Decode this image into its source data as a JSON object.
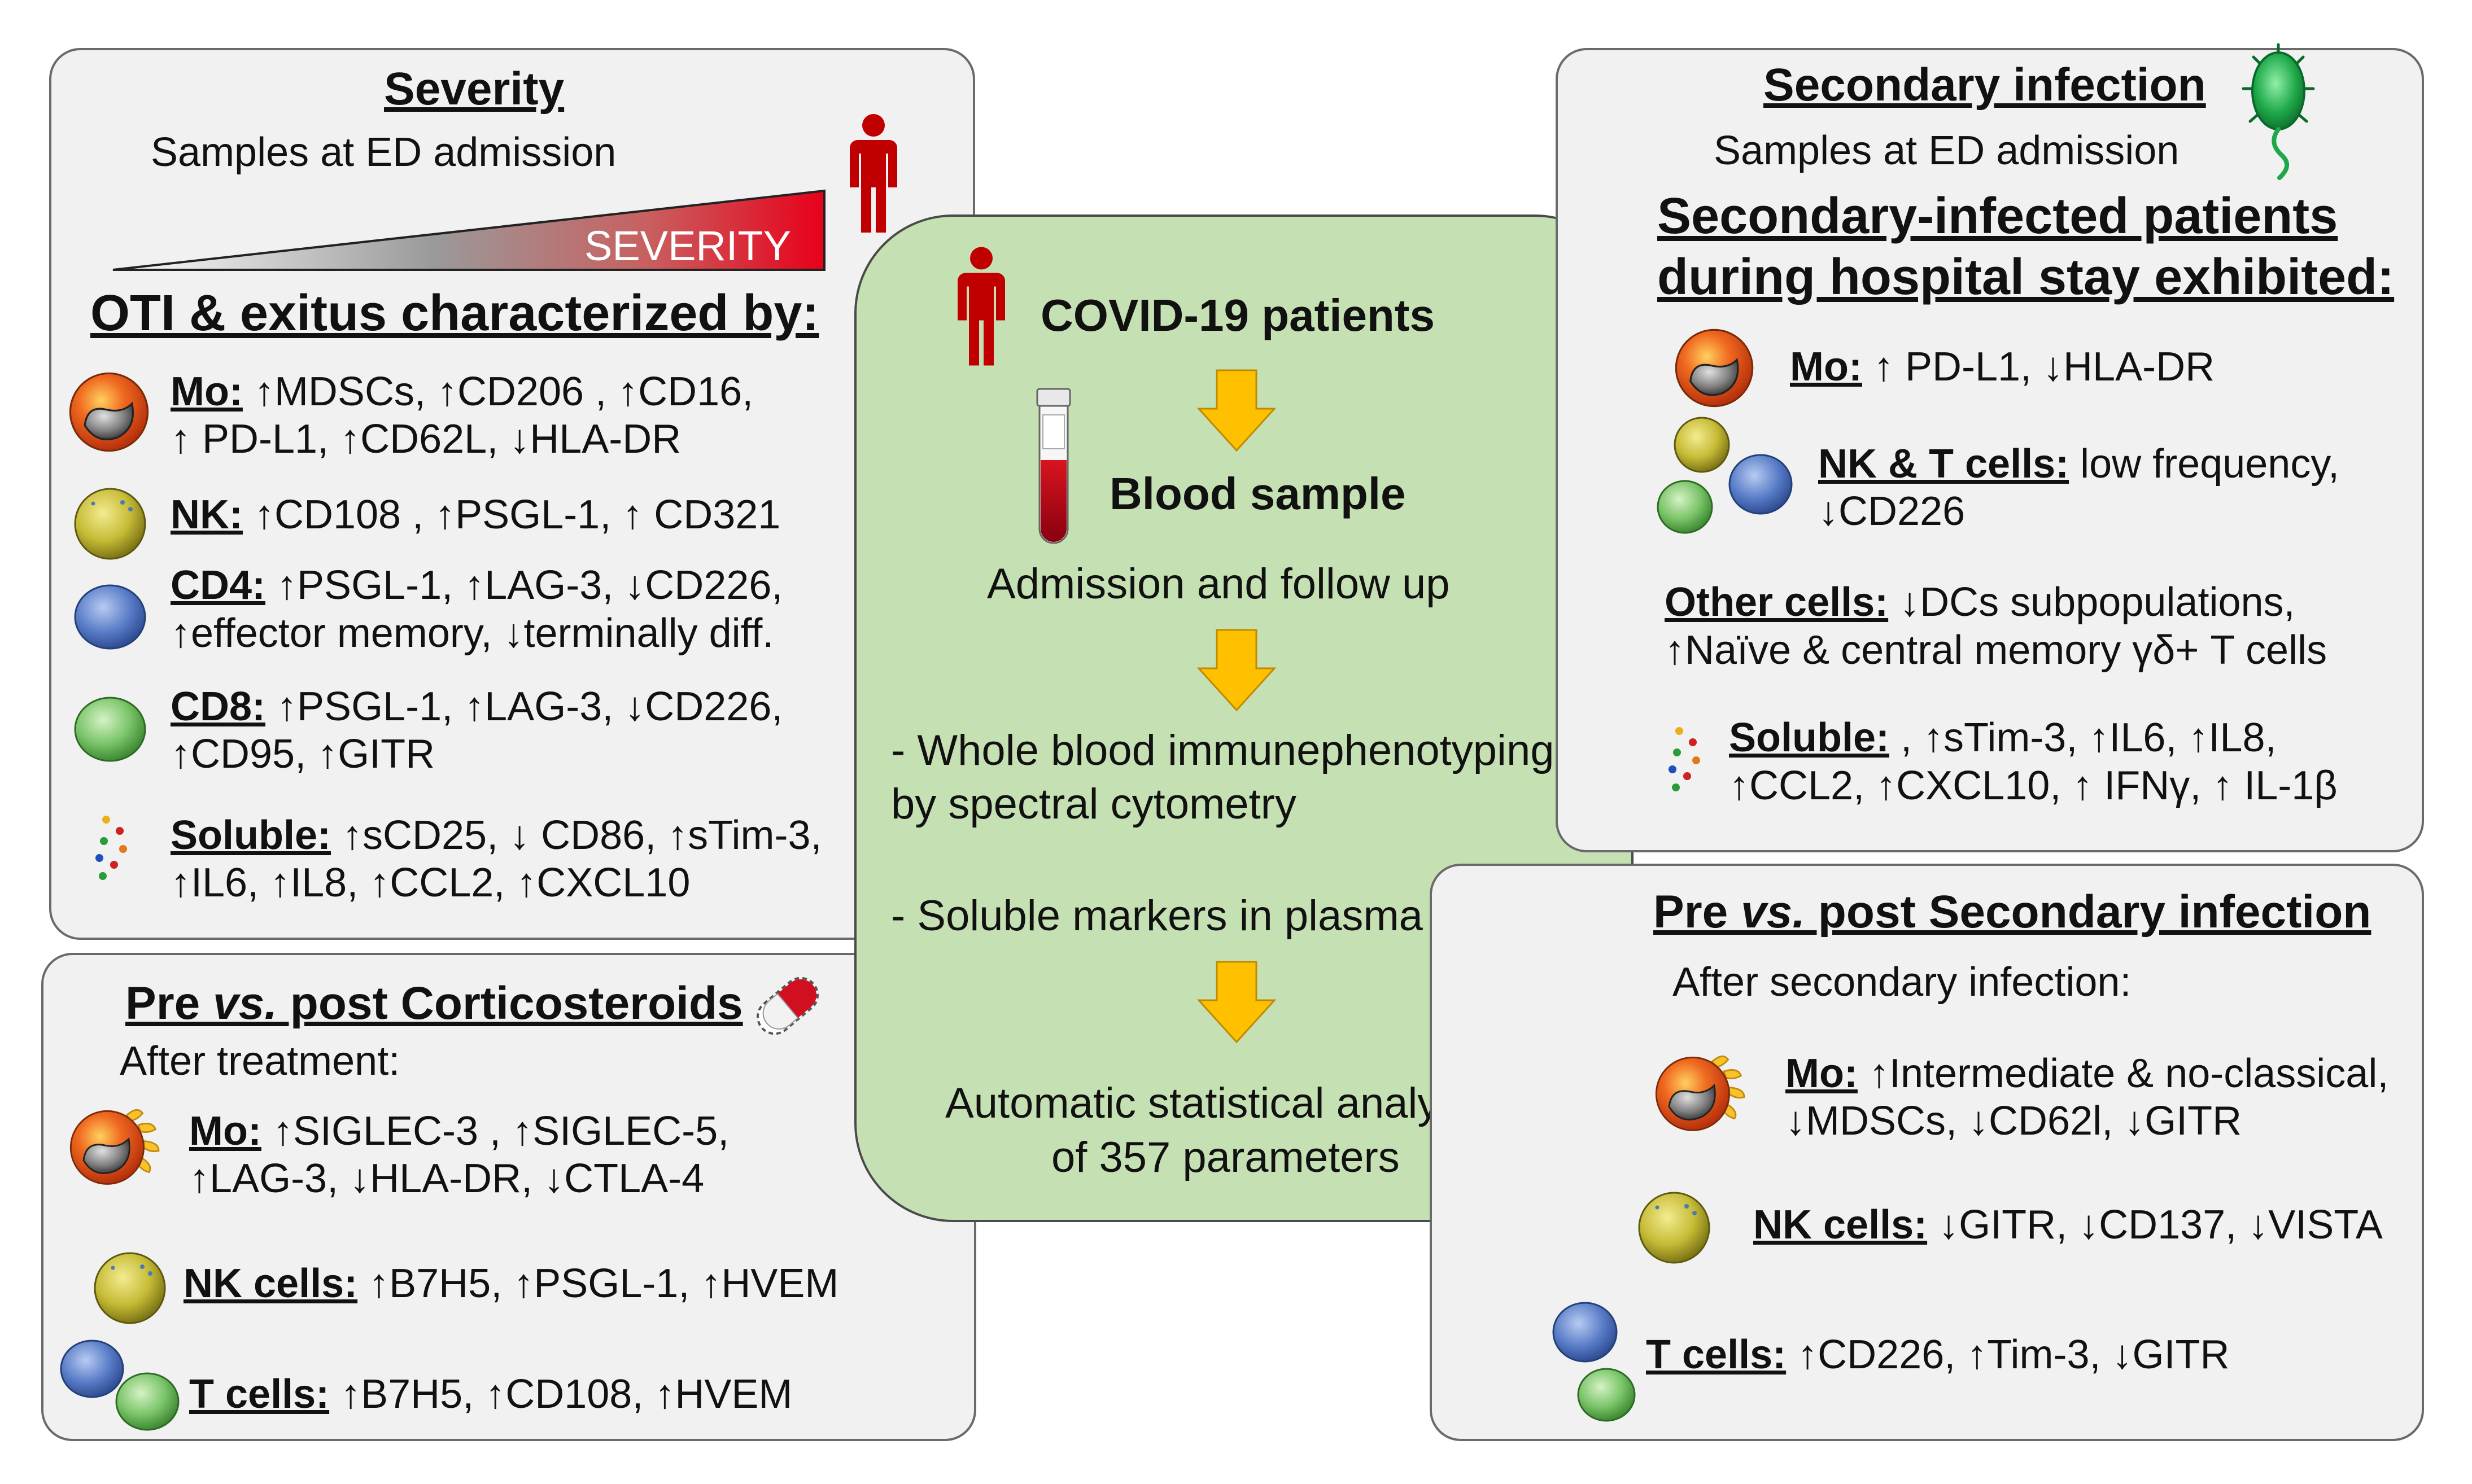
{
  "severity": {
    "title": "Severity",
    "subtitle": "Samples at ED admission",
    "bar_label": "SEVERITY",
    "heading": "OTI & exitus characterized by:",
    "items": [
      {
        "icon": "monocyte-icon",
        "label": "Mo:",
        "line1": " ↑MDSCs, ↑CD206 , ↑CD16,",
        "line2": "↑ PD-L1, ↑CD62L, ↓HLA-DR"
      },
      {
        "icon": "nk-cell-icon",
        "label": "NK:",
        "line1": " ↑CD108 , ↑PSGL-1, ↑ CD321",
        "line2": ""
      },
      {
        "icon": "cd4-cell-icon",
        "label": "CD4:",
        "line1": " ↑PSGL-1, ↑LAG-3, ↓CD226,",
        "line2": "↑effector memory, ↓terminally diff."
      },
      {
        "icon": "cd8-cell-icon",
        "label": "CD8:",
        "line1": " ↑PSGL-1, ↑LAG-3, ↓CD226,",
        "line2": "↑CD95, ↑GITR"
      },
      {
        "icon": "soluble-dots-icon",
        "label": "Soluble:",
        "line1": " ↑sCD25, ↓ CD86, ↑sTim-3,",
        "line2": "↑IL6, ↑IL8, ↑CCL2, ↑CXCL10"
      }
    ]
  },
  "corticosteroids": {
    "title_pre": "Pre ",
    "title_vs": "vs.",
    "title_post": " post Corticosteroids",
    "subtitle": "After treatment:",
    "items": [
      {
        "icon": "monocyte-activated-icon",
        "label": "Mo:",
        "line1": " ↑SIGLEC-3 , ↑SIGLEC-5,",
        "line2": "↑LAG-3, ↓HLA-DR, ↓CTLA-4"
      },
      {
        "icon": "nk-cell-icon",
        "label": "NK cells:",
        "line1": " ↑B7H5, ↑PSGL-1, ↑HVEM",
        "line2": ""
      },
      {
        "icon": "t-cells-icon",
        "label": "T cells:",
        "line1": " ↑B7H5, ↑CD108, ↑HVEM",
        "line2": ""
      }
    ]
  },
  "center": {
    "patients": "COVID-19 patients",
    "blood_sample": "Blood sample",
    "admission": "Admission and follow up",
    "method1_line1": "- Whole blood immunephenotyping",
    "method1_line2": "by spectral cytometry",
    "method2": "- Soluble markers in plasma",
    "analysis_line1": "Automatic statistical analysis",
    "analysis_line2": "of 357 parameters"
  },
  "secondary": {
    "title": "Secondary infection",
    "subtitle": "Samples at ED admission",
    "heading_line1": "Secondary-infected patients",
    "heading_line2": "during hospital stay exhibited:",
    "items": [
      {
        "icon": "monocyte-icon",
        "label": "Mo:",
        "line1": " ↑ PD-L1, ↓HLA-DR",
        "line2": ""
      },
      {
        "icon": "nk-t-cells-icon",
        "label": "NK & T cells:",
        "line1": "  low frequency,",
        "line2": "↓CD226"
      },
      {
        "icon": "",
        "label": "Other cells:",
        "line1": " ↓DCs subpopulations,",
        "line2": "↑Naïve & central memory γδ+ T cells"
      },
      {
        "icon": "soluble-dots-icon",
        "label": "Soluble:",
        "line1": " , ↑sTim-3, ↑IL6, ↑IL8,",
        "line2": "↑CCL2, ↑CXCL10, ↑ IFNγ, ↑ IL-1β"
      }
    ]
  },
  "post_secondary": {
    "title_pre": "Pre ",
    "title_vs": "vs.",
    "title_post": " post Secondary infection",
    "subtitle": "After secondary infection:",
    "items": [
      {
        "icon": "monocyte-activated-icon",
        "label": "Mo:",
        "line1": " ↑Intermediate & no-classical,",
        "line2": "↓MDSCs, ↓CD62l, ↓GITR"
      },
      {
        "icon": "nk-cell-icon",
        "label": "NK cells:",
        "line1": " ↓GITR, ↓CD137, ↓VISTA",
        "line2": ""
      },
      {
        "icon": "t-cells-icon",
        "label": "T cells:",
        "line1": " ↑CD226, ↑Tim-3, ↓GITR",
        "line2": ""
      }
    ]
  },
  "colors": {
    "panel_bg": "#f1f1f1",
    "center_bg": "#c5e0b3",
    "arrow": "#ffc000",
    "person": "#c00000",
    "monocyte": "#e8501a",
    "nk": "#c9bf3a",
    "cd4": "#5b7fc8",
    "cd8": "#7bc46a",
    "virus": "#1fa84a"
  }
}
